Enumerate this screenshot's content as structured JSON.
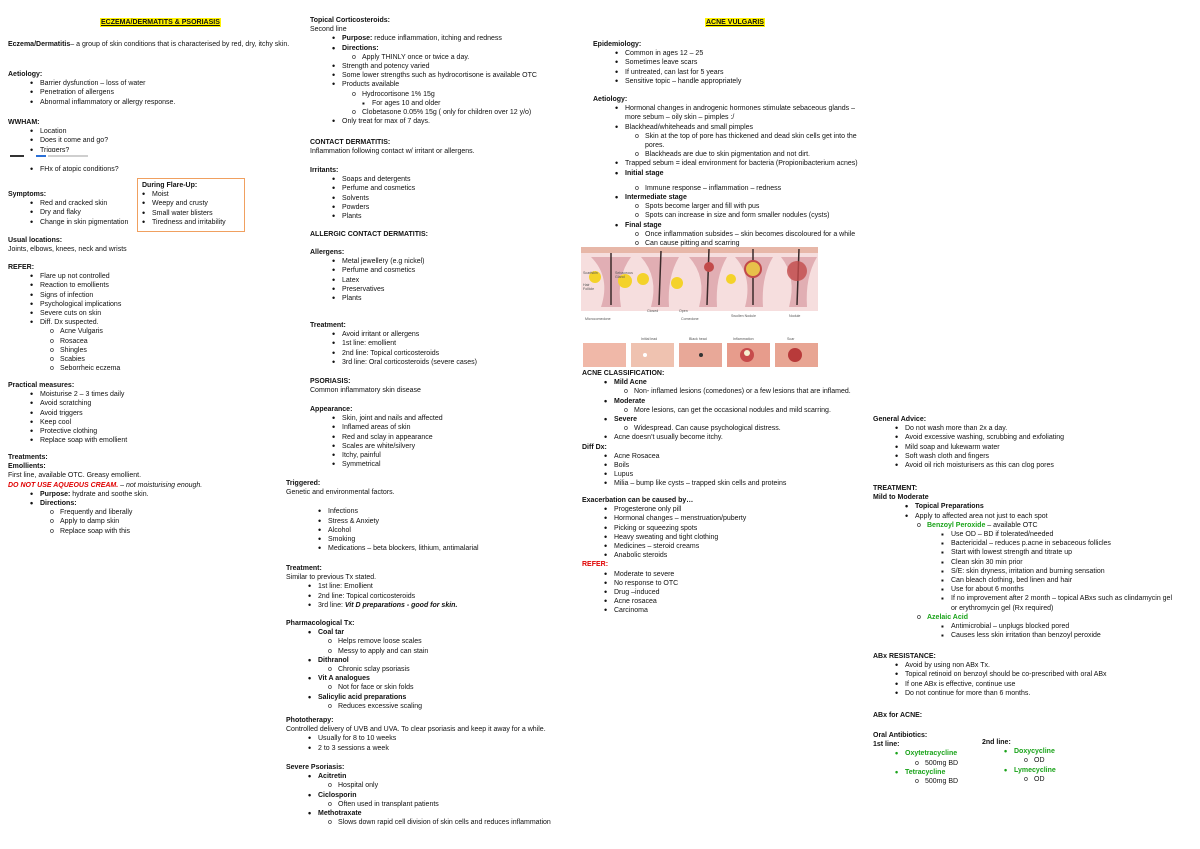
{
  "col1": {
    "title": "ECZEMA/DERMATITS & PSORIASIS",
    "intro_term": "Eczema/Dermatitis",
    "intro_text": "– a group of skin conditions that is characterised by red, dry, itchy skin.",
    "aetiology_h": "Aetiology:",
    "aetiology": [
      "Barrier dysfunction – loss of water",
      "Penetration of allergens",
      "Abnormal inflammatory or allergy response."
    ],
    "wwham_h": "WWHAM:",
    "wwham": [
      "Location",
      "Does it come and go?",
      "Triggers?",
      "FHx of atopic conditions?"
    ],
    "flare_h": "During Flare-Up:",
    "flare": [
      "Moist",
      "Weepy and crusty",
      "Small water blisters",
      "Tiredness and irritability"
    ],
    "symptoms_h": "Symptoms:",
    "symptoms": [
      "Red and cracked skin",
      "Dry and flaky",
      "Change in skin pigmentation"
    ],
    "locations_h": "Usual locations:",
    "locations": "Joints, elbows, knees, neck and wrists",
    "refer_h": "REFER:",
    "refer": [
      "Flare up not controlled",
      "Reaction to emollients",
      "Signs of infection",
      "Psychological implications",
      "Severe cuts on skin",
      "Diff. Dx suspected."
    ],
    "refer_sub": [
      "Acne Vulgaris",
      "Rosacea",
      "Shingles",
      "Scabies",
      "Seborrheic eczema"
    ],
    "practical_h": "Practical measures:",
    "practical": [
      "Moisturise 2 – 3 times daily",
      "Avoid scratching",
      "Avoid triggers",
      "Keep cool",
      "Protective clothing",
      "Replace soap with emollient"
    ],
    "treatments_h": "Treatments:",
    "emollients_h": "Emollients:",
    "emollients_text": "First line, available OTC. Greasy emollient.",
    "warning": "DO NOT USE AQUEOUS CREAM.",
    "warning_rest": " – not moisturising enough.",
    "purpose_h": "Purpose:",
    "purpose": " hydrate and soothe skin.",
    "directions_h": "Directions:",
    "directions": [
      "Frequently and liberally",
      "Apply to damp skin",
      "Replace soap with this"
    ]
  },
  "col2": {
    "topical_h": "Topical Corticosteroids:",
    "topical_sub": "Second line",
    "purpose_h": "Purpose:",
    "purpose": " reduce inflammation, itching and redness",
    "directions_h": "Directions:",
    "directions_sub": "Apply THINLY once or twice a day.",
    "items": [
      "Strength and potency varied",
      "Some lower strengths such as hydrocortisone is available OTC",
      "Products available"
    ],
    "hc": "Hydrocortisone 1% 15g",
    "hc_sub": "For ages 10 and older",
    "clob": "Clobetasone 0.05% 15g ( only for children over 12 y/o)",
    "only": "Only treat for max of 7 days.",
    "contact_h": "CONTACT DERMATITIS:",
    "contact_text": "Inflammation following contact w/ irritant or allergens.",
    "irritants_h": "Irritants:",
    "irritants": [
      "Soaps and detergents",
      "Perfume and cosmetics",
      "Solvents",
      "Powders",
      "Plants"
    ],
    "allergic_h": "ALLERGIC CONTACT DERMATITIS:",
    "allergens_h": "Allergens:",
    "allergens": [
      "Metal jewellery (e.g nickel)",
      "Perfume and cosmetics",
      "Latex",
      "Preservatives",
      "Plants"
    ],
    "treat_h": "Treatment:",
    "treat": [
      "Avoid irritant or allergens",
      "1st line: emollient",
      "2nd line: Topical corticosteroids",
      "3rd line: Oral corticosteroids (severe cases)"
    ],
    "psoriasis_h": "PSORIASIS:",
    "psoriasis_text": "Common inflammatory skin disease",
    "appearance_h": "Appearance:",
    "appearance": [
      "Skin, joint and nails and affected",
      "Inflamed areas of skin",
      "Red and sclay in appearance",
      "Scales are white/silvery",
      "Itchy, painful",
      "Symmetrical"
    ],
    "triggered_h": "Triggered:",
    "triggered_text": "Genetic and environmental factors.",
    "triggers": [
      "Infections",
      "Stress & Anxiety",
      "Alcohol",
      "Smoking",
      "Medications – beta blockers, lithium, antimalarial"
    ],
    "ptreat_h": "Treatment:",
    "ptreat_text": "Similar to previous Tx stated.",
    "ptreat": [
      "1st line: Emollient",
      "2nd line: Topical corticosteroids"
    ],
    "ptreat3_a": "3rd line: ",
    "ptreat3_b": "Vit D preparations - good for skin.",
    "pharm_h": "Pharmacological Tx:",
    "coal": "Coal tar",
    "coal_sub": [
      "Helps remove loose scales",
      "Messy to apply and can stain"
    ],
    "dith": "Dithranol",
    "dith_sub": "Chronic sclay psoriasis",
    "vita": "Vit A analogues",
    "vita_sub": "Not for face or skin folds",
    "sal": "Salicylic acid preparations",
    "sal_sub": "Reduces excessive scaling",
    "photo_h": "Phototherapy:",
    "photo_text": "Controlled delivery of UVB and UVA. To clear psoriasis and keep it away for a while.",
    "photo": [
      "Usually for 8 to 10 weeks",
      "2 to 3 sessions a week"
    ],
    "severe_h": "Severe Psoriasis:",
    "acit": "Acitretin",
    "acit_sub": "Hospital only",
    "cic": "Ciclosporin",
    "cic_sub": "Often used in transplant patients",
    "metho": "Methotraxate",
    "metho_sub": "Slows down rapid cell division of skin cells and reduces inflammation"
  },
  "col3": {
    "title": "ACNE VULGARIS",
    "epi_h": "Epidemiology:",
    "epi": [
      "Common in ages 12 – 25",
      "Sometimes leave scars",
      "If untreated, can last for 5 years",
      "Sensitive topic – handle appropriately"
    ],
    "aet_h": "Aetiology:",
    "aet1": "Hormonal changes in androgenic hormones stimulate sebaceous glands – more sebum – oily skin – pimples :/",
    "aet2": "Blackhead/whiteheads and small pimples",
    "aet2_sub": [
      "Skin at the top of pore has thickened and dead skin cells get into the pores.",
      "Blackheads are due to skin pigmentation and not dirt."
    ],
    "aet3": "Trapped sebum = ideal environment for bacteria (Propionibacterium acnes)",
    "initial_h": "Initial stage",
    "initial_sub": "Immune response – inflammation – redness",
    "inter_h": "Intermediate stage",
    "inter_sub": [
      "Spots become larger and fill with pus",
      "Spots can increase in size and form smaller nodules (cysts)"
    ],
    "final_h": "Final stage",
    "final_sub": [
      "Once inflammation subsides – skin becomes discoloured for a while",
      "Can cause pitting and scarring"
    ],
    "fig_labels": [
      "Scarfskin",
      "Sebaceous Gland",
      "Hair Follicle",
      "Closed",
      "Open",
      "Microcomedone",
      "Comedone",
      "Swollen Nodule",
      "Nodule",
      "Initial lead",
      "Black head",
      "Inflammation",
      "Scar"
    ],
    "class_h": "ACNE CLASSIFICATION:",
    "mild_h": "Mild Acne",
    "mild_sub": "Non- inflamed lesions (comedones) or a few lesions that are inflamed.",
    "mod_h": "Moderate",
    "mod_sub": "More lesions, can get the occasional nodules and mild scarring.",
    "sev_h": "Severe",
    "sev_sub": "Widespread. Can cause psychological distress.",
    "acne_note": "Acne doesn’t usually become itchy.",
    "diff_h": "Diff Dx:",
    "diff": [
      "Acne Rosacea",
      "Boils",
      "Lupus",
      "Milia – bump like cysts – trapped skin cells and proteins"
    ],
    "exac_h": "Exacerbation can be caused by…",
    "exac": [
      "Progesterone only pill",
      "Hormonal changes – menstruation/puberty",
      "Picking or squeezing spots",
      "Heavy sweating and tight clothing",
      "Medicines – steroid creams",
      "Anabolic steroids"
    ],
    "refer_h": "REFER:",
    "refer": [
      "Moderate to severe",
      "No response to OTC",
      "Drug –induced",
      "Acne rosacea",
      "Carcinoma"
    ]
  },
  "col4": {
    "advice_h": "General Advice:",
    "advice": [
      "Do not wash more than 2x a day.",
      "Avoid excessive washing, scrubbing and exfoliating",
      "Mild soap and lukewarm water",
      "Soft wash cloth and fingers",
      "Avoid oil rich moisturisers as this can clog pores"
    ],
    "treat_h": "TREATMENT:",
    "mild_h": "Mild to Moderate",
    "topical_h": "Topical Preparations",
    "apply": "Apply to affected area not just to each spot",
    "bp": "Benzoyl Peroxide",
    "bp_rest": " – available OTC",
    "bp_sub": [
      "Use OD – BD if tolerated/needed",
      "Bactericidal – reduces p.acne in sebaceous follicles",
      "Start with lowest strength and titrate up",
      "Clean skin 30 min prior",
      "S/E: skin dryness, irritation and burning sensation",
      "Can bleach clothing, bed linen and hair",
      "Use for about 6 months",
      "If no improvement after 2 month – topical ABxs such as clindamycin gel or erythromycin gel (Rx required)"
    ],
    "aza": "Azelaic Acid",
    "aza_sub": [
      "Antimicrobial – unplugs blocked pored",
      "Causes less skin irritation than benzoyl peroxide"
    ],
    "abx_h": "ABx RESISTANCE:",
    "abx": [
      "Avoid by using non ABx Tx.",
      "Topical retinoid on benzoyl should be co-prescribed with oral ABx",
      "If one ABx is effective, continue use",
      "Do not continue for more than 6 months."
    ],
    "abx_acne_h": "ABx for ACNE:",
    "oral_h": "Oral Antibiotics:",
    "first_h": "1st line:",
    "second_h": "2nd line:",
    "oxy": "Oxytetracycline",
    "oxy_dose": "500mg BD",
    "tet": "Tetracycline",
    "tet_dose": "500mg BD",
    "doxy": "Doxycycline",
    "doxy_dose": "OD",
    "lyme": "Lymecycline",
    "lyme_dose": "OD"
  }
}
